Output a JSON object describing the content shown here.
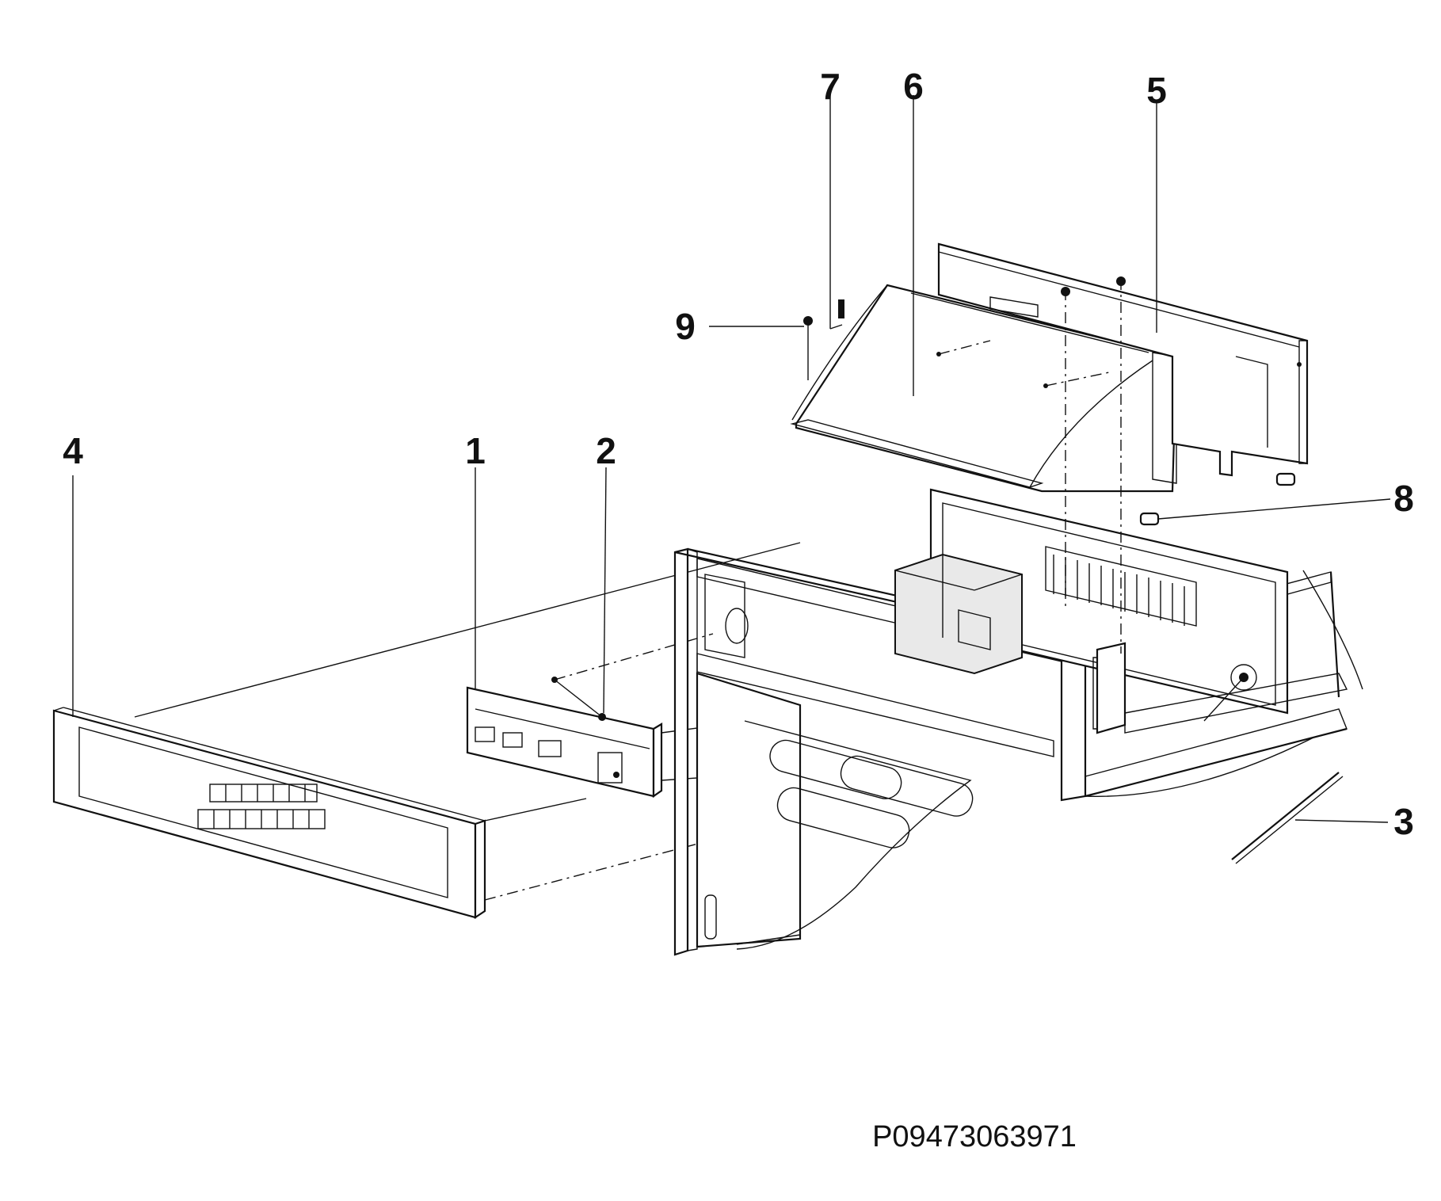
{
  "callouts": [
    {
      "id": "1",
      "label": "1"
    },
    {
      "id": "2",
      "label": "2"
    },
    {
      "id": "3",
      "label": "3"
    },
    {
      "id": "4",
      "label": "4"
    },
    {
      "id": "5",
      "label": "5"
    },
    {
      "id": "6",
      "label": "6"
    },
    {
      "id": "7",
      "label": "7"
    },
    {
      "id": "8",
      "label": "8"
    },
    {
      "id": "9",
      "label": "9"
    }
  ],
  "diagram_code": "P09473063971",
  "colors": {
    "line": "#111111",
    "background": "#ffffff"
  }
}
